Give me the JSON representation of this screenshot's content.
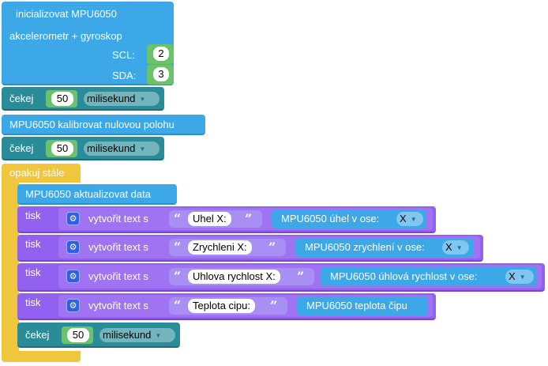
{
  "init": {
    "title": "inicializovat MPU6050",
    "subtitle": "akcelerometr + gyroskop",
    "scl_label": "SCL:",
    "scl_value": "2",
    "sda_label": "SDA:",
    "sda_value": "3"
  },
  "wait1": {
    "label": "čekej",
    "value": "50",
    "unit": "milisekund"
  },
  "calibrate": {
    "label": "MPU6050 kalibrovat nulovou polohu"
  },
  "wait2": {
    "label": "čekej",
    "value": "50",
    "unit": "milisekund"
  },
  "loop": {
    "label": "opakuj stále"
  },
  "update": {
    "label": "MPU6050 aktualizovat data"
  },
  "prints": [
    {
      "tisk": "tisk",
      "create": "vytvořit text s",
      "text": "Uhel X:",
      "sensor": "MPU6050 úhel v ose:",
      "axis": "X"
    },
    {
      "tisk": "tisk",
      "create": "vytvořit text s",
      "text": "Zrychleni X:",
      "sensor": "MPU6050 zrychlení v ose:",
      "axis": "X"
    },
    {
      "tisk": "tisk",
      "create": "vytvořit text s",
      "text": "Uhlova rychlost X:",
      "sensor": "MPU6050 úhlová rychlost v ose:",
      "axis": "X"
    },
    {
      "tisk": "tisk",
      "create": "vytvořit text s",
      "text": "Teplota cipu:",
      "sensor": "MPU6050 teplota čipu"
    }
  ],
  "wait3": {
    "label": "čekej",
    "value": "50",
    "unit": "milisekund"
  },
  "colors": {
    "mpu_block": "#3ca8e8",
    "wait_block": "#2a8c98",
    "loop_block": "#f0c63c",
    "print_block": "#9361f0",
    "number_input": "#6ac26a"
  },
  "icons": {
    "gear": "gear-icon",
    "dropdown": "chevron-down-icon"
  }
}
